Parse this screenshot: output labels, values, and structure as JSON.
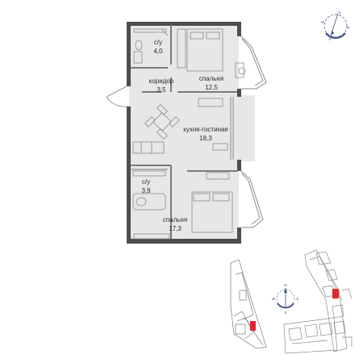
{
  "plan": {
    "rooms": [
      {
        "id": "bath1",
        "name": "с/у",
        "area": "4,0"
      },
      {
        "id": "bedroom1",
        "name": "спальня",
        "area": "12,5"
      },
      {
        "id": "hall",
        "name": "коридор",
        "area": "3,5"
      },
      {
        "id": "kitchen",
        "name": "кухня-гостиная",
        "area": "18,3"
      },
      {
        "id": "bath2",
        "name": "с/у",
        "area": "3,9"
      },
      {
        "id": "bedroom2",
        "name": "спальня",
        "area": "17,3"
      }
    ]
  },
  "compass": {
    "letters": [
      "N",
      "S",
      "E",
      "W"
    ]
  },
  "colors": {
    "floor": "#e6e7e7",
    "wall": "#4d4d4d",
    "line": "#9a9a9a",
    "compass": "#3c4d86",
    "highlight": "#e0262e",
    "site_line": "#8a8a8a"
  }
}
